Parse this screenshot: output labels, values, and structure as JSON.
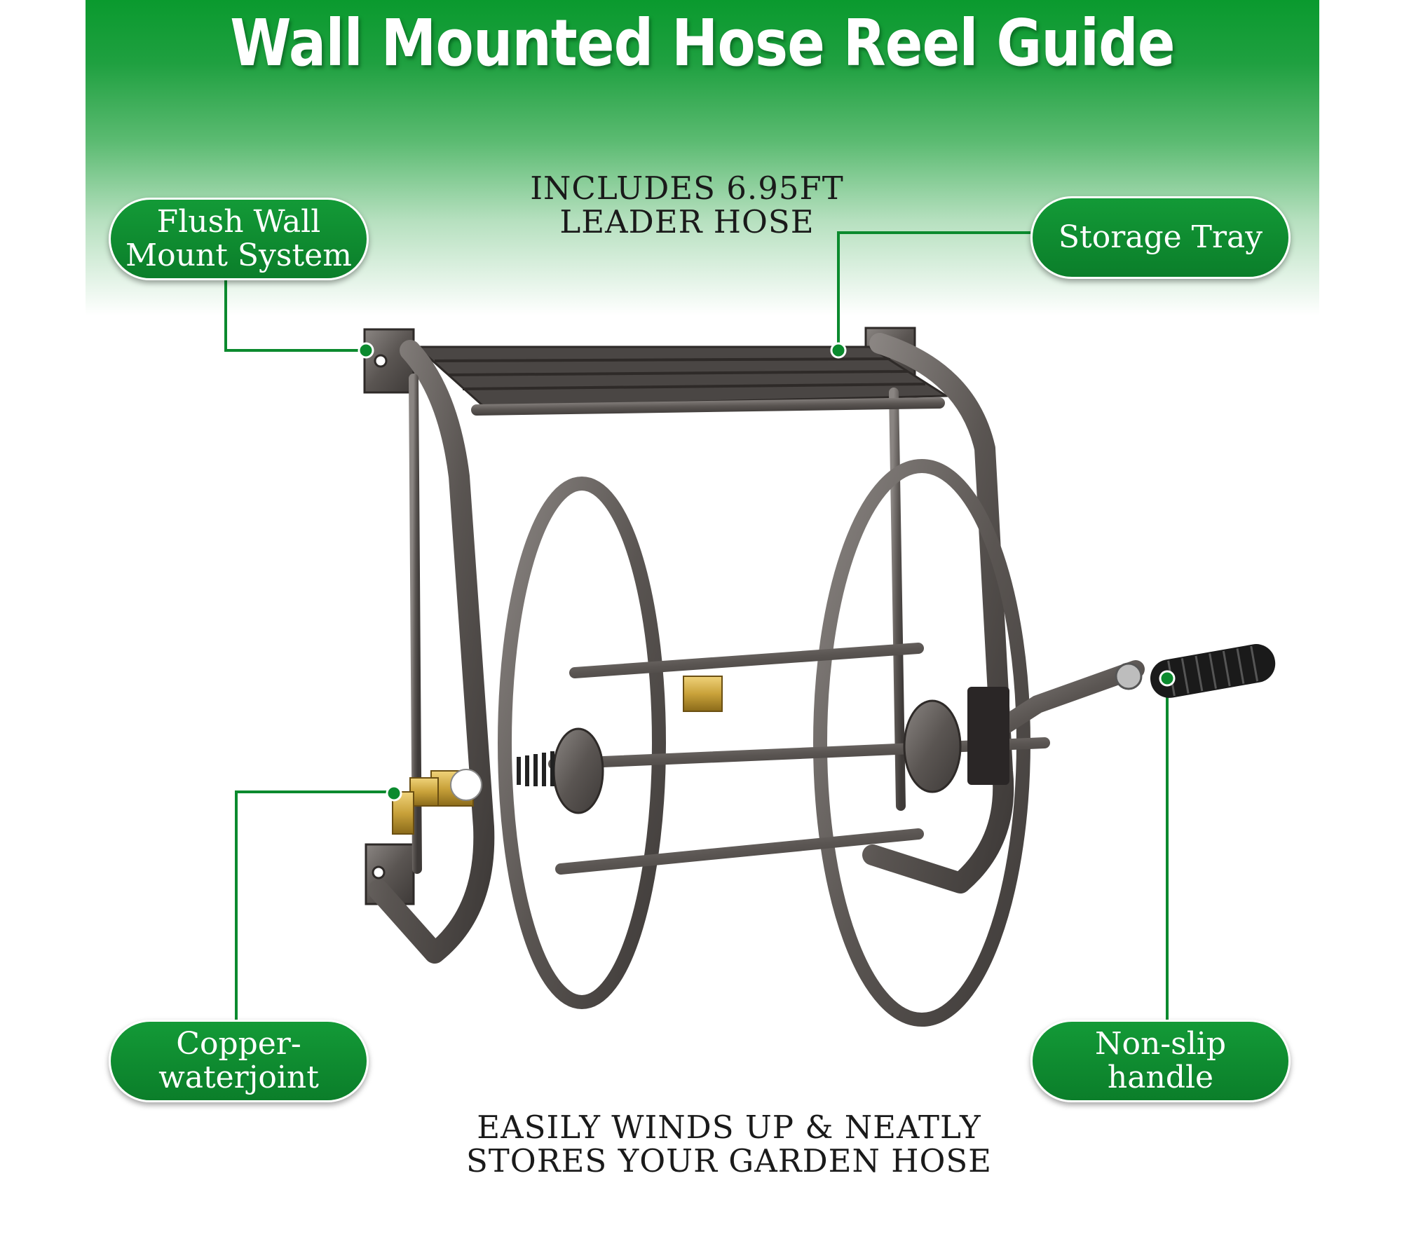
{
  "header": {
    "title": "Wall Mounted Hose Reel Guide"
  },
  "captions": {
    "top_line1": "INCLUDES 6.95FT",
    "top_line2": "LEADER HOSE",
    "bottom_line1": "EASILY WINDS UP & NEATLY",
    "bottom_line2": "STORES YOUR GARDEN HOSE"
  },
  "features": {
    "flush_mount": "Flush Wall\nMount System",
    "storage_tray": "Storage Tray",
    "copper_joint": "Copper-\nwaterjoint",
    "handle": "Non-slip\nhandle"
  },
  "colors": {
    "accent_green": "#0b8a2e",
    "banner_green": "#1fa040",
    "metal": "#5a5552",
    "brass": "#c9a23a"
  }
}
